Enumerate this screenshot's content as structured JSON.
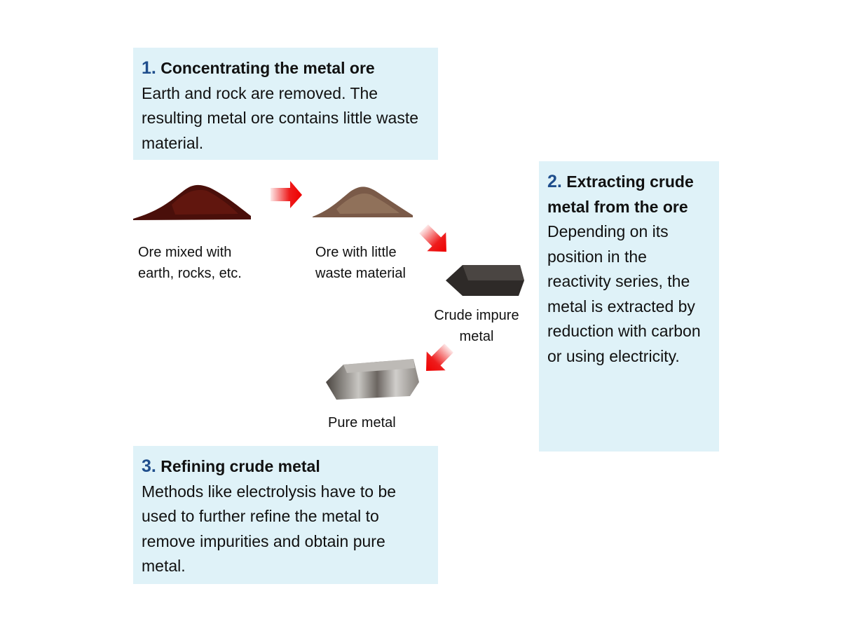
{
  "steps": [
    {
      "number": "1.",
      "title": "Concentrating the metal ore",
      "text": "Earth and rock are removed. The resulting metal ore contains little waste material."
    },
    {
      "number": "2.",
      "title": "Extracting crude metal from the ore",
      "text": "Depending on its position in the reactivity series, the metal is extracted by reduction with carbon or using electricity."
    },
    {
      "number": "3.",
      "title": "Refining crude metal",
      "text": "Methods like electrolysis have to be used to further refine the metal to remove impurities and obtain pure metal."
    }
  ],
  "labels": {
    "ore_mixed": [
      "Ore mixed with",
      "earth, rocks, etc."
    ],
    "ore_little_waste": [
      "Ore with little",
      "waste material"
    ],
    "crude_metal": [
      "Crude impure",
      "metal"
    ],
    "pure_metal": "Pure metal"
  },
  "colors": {
    "box_bg": "#dff2f8",
    "number": "#1f4e8c",
    "arrow": "#ee1c1c"
  }
}
